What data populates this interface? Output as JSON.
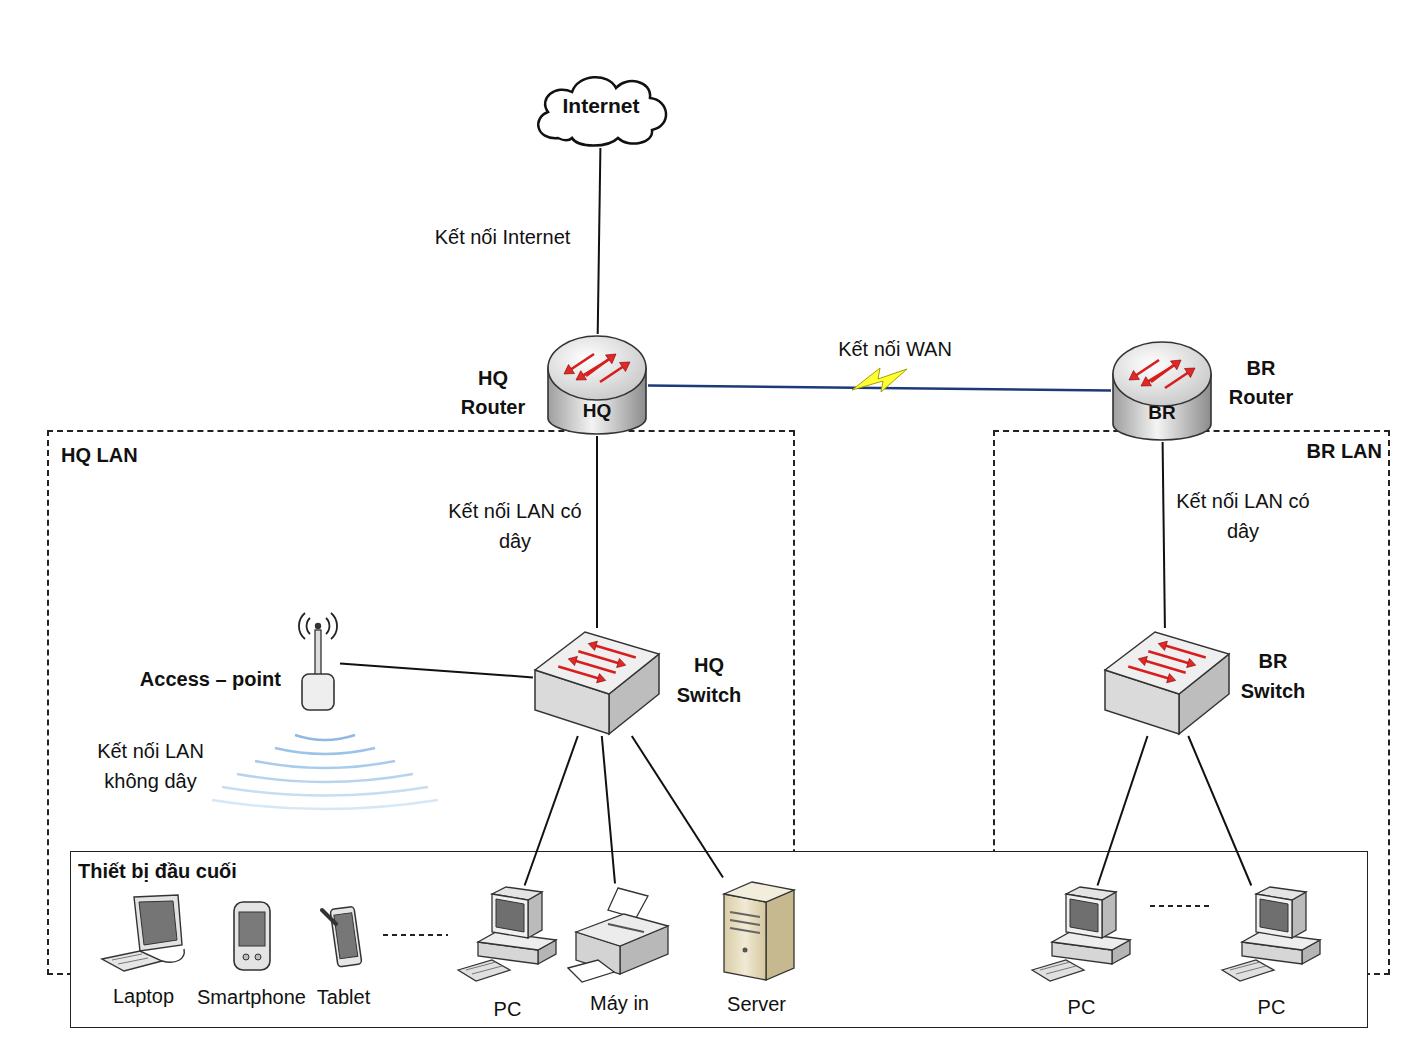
{
  "diagram": {
    "nodes": [
      {
        "text": [
          "Internet"
        ]
      },
      {
        "text": [
          "HQ",
          "HQ Router"
        ]
      },
      {
        "text": [
          "BR",
          "BR Router"
        ]
      },
      {
        "text": [
          "HQ LAN"
        ]
      },
      {
        "text": [
          "Access – point"
        ],
        "in": 3
      },
      {
        "text": [
          "HQ Switch"
        ],
        "in": 3
      },
      {
        "text": [
          "BR LAN"
        ]
      },
      {
        "text": [
          "BR Switch"
        ],
        "in": 6
      },
      {
        "text": [
          "Thiết bị đầu cuối"
        ]
      },
      {
        "text": [
          "Laptop"
        ],
        "in": 8
      },
      {
        "text": [
          "Smartphone"
        ],
        "in": 8
      },
      {
        "text": [
          "Tablet"
        ],
        "in": 8
      },
      {
        "text": [
          "PC"
        ],
        "in": 8
      },
      {
        "text": [
          "Máy in"
        ],
        "in": 8
      },
      {
        "text": [
          "Server"
        ],
        "in": 8
      },
      {
        "text": [
          "PC"
        ],
        "in": 8
      },
      {
        "text": [
          "PC"
        ],
        "in": 8
      }
    ],
    "edges": [
      {
        "from": 0,
        "to": 1,
        "label": "Kết nối Internet",
        "arrow": "none"
      },
      {
        "from": 1,
        "to": 2,
        "label": "Kết nối WAN",
        "arrow": "none"
      },
      {
        "from": 1,
        "to": 5,
        "label": "Kết nối LAN có dây",
        "arrow": "none"
      },
      {
        "from": 2,
        "to": 7,
        "label": "Kết nối LAN có dây",
        "arrow": "none"
      },
      {
        "from": 5,
        "to": 4,
        "arrow": "none"
      },
      {
        "from": 5,
        "to": 12,
        "arrow": "none"
      },
      {
        "from": 5,
        "to": 13,
        "arrow": "none"
      },
      {
        "from": 5,
        "to": 14,
        "arrow": "none"
      },
      {
        "from": 7,
        "to": 15,
        "arrow": "none"
      },
      {
        "from": 7,
        "to": 16,
        "arrow": "none"
      }
    ],
    "labels": [
      "Kết nối LAN không dây"
    ]
  }
}
